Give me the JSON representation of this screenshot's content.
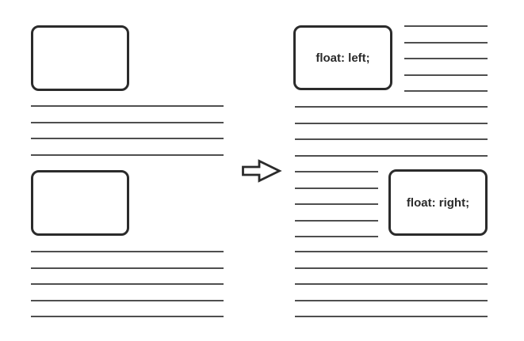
{
  "diagram": {
    "colors": {
      "ink": "#2b2b2b",
      "line": "#4f4f4f",
      "background": "#ffffff"
    },
    "before": {
      "top_lines": 4,
      "bottom_lines": 5
    },
    "arrow": {
      "icon": "rightwards-block-arrow"
    },
    "after": {
      "float_left": {
        "label": "float: left;",
        "side_lines": 5
      },
      "middle_lines": 4,
      "float_right": {
        "label": "float: right;",
        "side_lines": 5
      },
      "bottom_lines": 5
    }
  }
}
